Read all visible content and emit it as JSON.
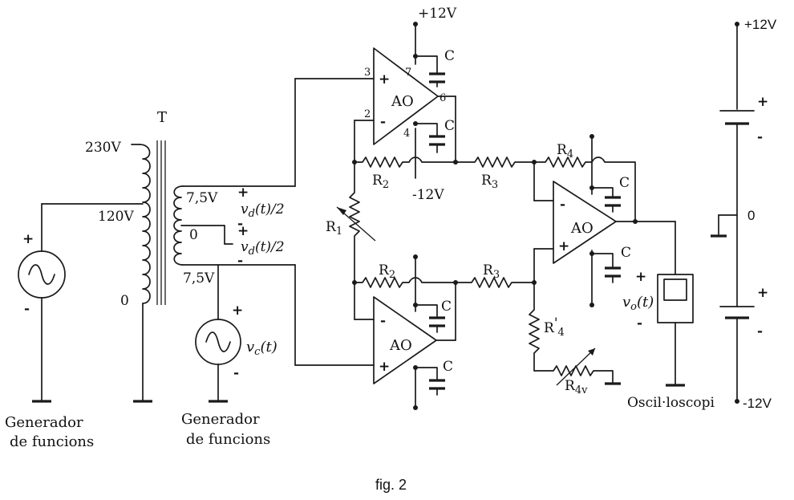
{
  "figure": {
    "caption": "fig. 2"
  },
  "transformer": {
    "name": "T",
    "primary_top": "230V",
    "primary_tap": "120V",
    "primary_bottom": "0",
    "secondary_top": "7,5V",
    "secondary_mid": "0",
    "secondary_bottom": "7,5V"
  },
  "generator_left": {
    "line1": "Generador",
    "line2": "de funcions",
    "plus": "+",
    "minus": "-"
  },
  "generator_mid": {
    "line1": "Generador",
    "line2": "de funcions",
    "plus": "+",
    "minus": "-",
    "signal_v": "v",
    "signal_sub": "c",
    "signal_t": "(t)"
  },
  "differential": {
    "top_v": "v",
    "top_sub": "d",
    "top_rest": "(t)/2",
    "bottom_v": "v",
    "bottom_sub": "d",
    "bottom_rest": "(t)/2",
    "plus_top": "+",
    "minus_top": "-",
    "plus_bottom": "+",
    "minus_bottom": "-"
  },
  "opamps": {
    "label": "AO",
    "pins": {
      "p3": "3",
      "p2": "2",
      "p7": "7",
      "p4": "4",
      "p6": "6"
    },
    "plus": "+",
    "minus": "-"
  },
  "supply_labels": {
    "top": "+12V",
    "bottom": "-12V"
  },
  "components": {
    "c": "C",
    "r1": "R",
    "r1_sub": "1",
    "r2": "R",
    "r2_sub": "2",
    "r3": "R",
    "r3_sub": "3",
    "r4": "R",
    "r4_sub": "4",
    "r4p": "R",
    "r4p_sub": "4",
    "r4p_mark": "'",
    "r4v": "R",
    "r4v_sub": "4v"
  },
  "oscilloscope": {
    "label": "Oscil·loscopi",
    "v": "v",
    "sub": "o",
    "rest": "(t)",
    "plus": "+",
    "minus": "-"
  },
  "power_supply": {
    "top": "+12V",
    "mid": "0",
    "bottom": "-12V",
    "plus1": "+",
    "minus1": "-",
    "plus2": "+",
    "minus2": "-"
  }
}
